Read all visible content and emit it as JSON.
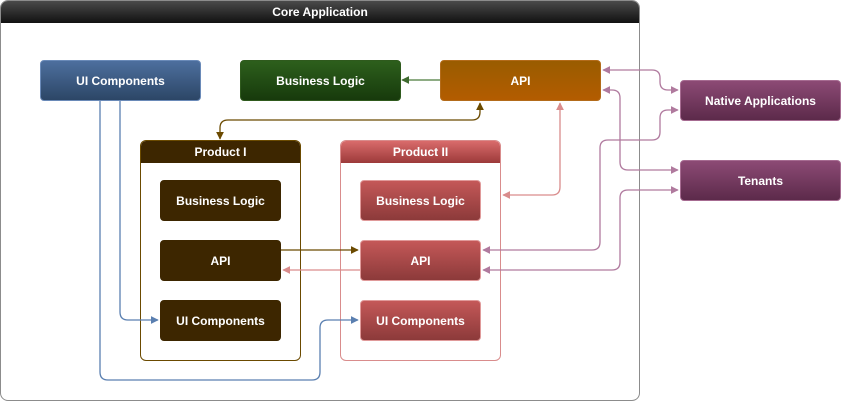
{
  "core": {
    "title": "Core Application",
    "ui_components": "UI Components",
    "business_logic": "Business Logic",
    "api": "API"
  },
  "product1": {
    "title": "Product I",
    "business_logic": "Business Logic",
    "api": "API",
    "ui_components": "UI Components"
  },
  "product2": {
    "title": "Product II",
    "business_logic": "Business Logic",
    "api": "API",
    "ui_components": "UI Components"
  },
  "external": {
    "native_applications": "Native Applications",
    "tenants": "Tenants"
  },
  "colors": {
    "core_header": "#2b2b2b",
    "blue": "#3a5a85",
    "green": "#234a15",
    "orange": "#a65c00",
    "product1": "#3d2600",
    "product2": "#b34f4f",
    "external": "#7a3f66",
    "blue_edge": "#5a7fb0",
    "brown_edge": "#6b4a00",
    "red_edge": "#d98c8c",
    "purple_edge": "#b07a9e",
    "green_edge": "#4a7a3a"
  }
}
